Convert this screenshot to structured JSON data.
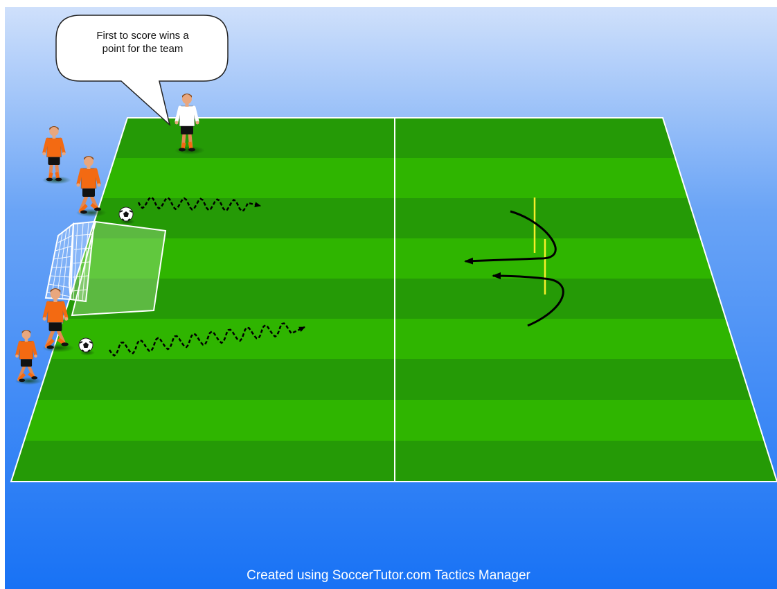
{
  "callout": {
    "text_line1": "First to score wins a",
    "text_line2": "point for the team"
  },
  "footer": {
    "credit": "Created using SoccerTutor.com Tactics Manager"
  },
  "colors": {
    "sky_top": "#c9ddfb",
    "sky_bottom": "#1a74f5",
    "grass_dark": "#259a06",
    "grass_light": "#2fb500",
    "pitch_lines": "#ffffff",
    "team_orange": "#f36a12",
    "neutral_player": "#ffffff",
    "pole": "#f7ee2a",
    "run_arrow": "#000000"
  },
  "icons": [
    "player-icon",
    "ball-icon",
    "goal-icon",
    "pole-icon",
    "dribble-arrow-icon",
    "curved-run-arrow-icon",
    "speech-bubble-icon"
  ]
}
